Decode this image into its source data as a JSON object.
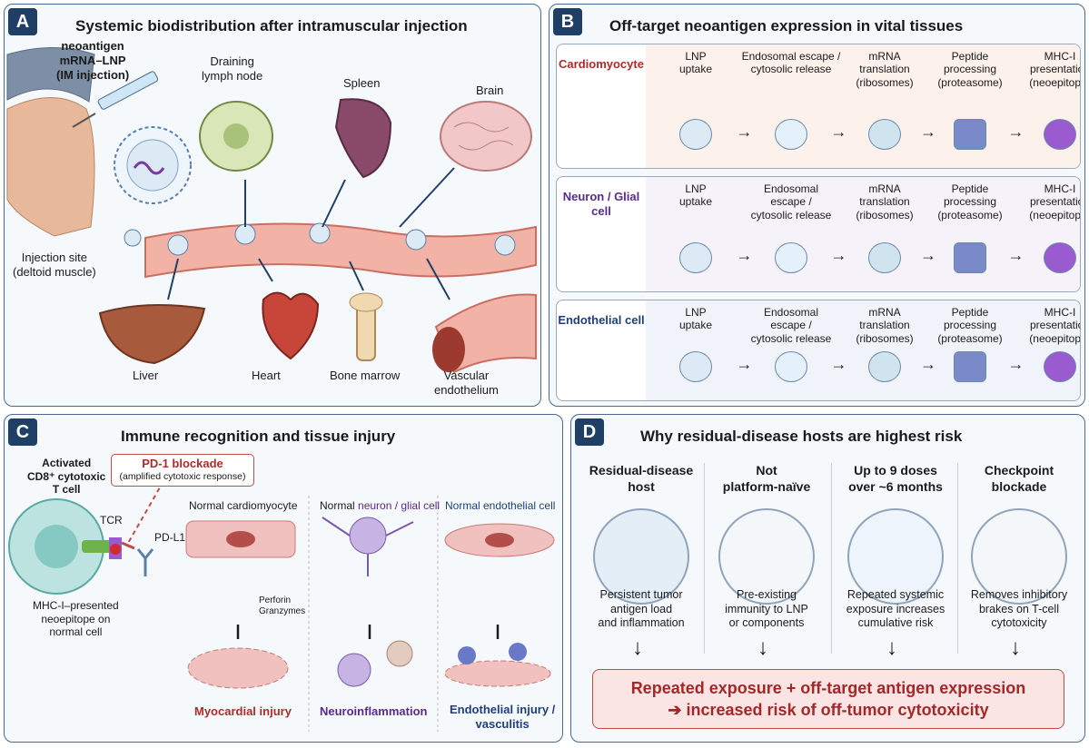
{
  "panel_a": {
    "label": "A",
    "title": "Systemic biodistribution after intramuscular injection",
    "injection": [
      "neoantigen",
      "mRNA–LNP",
      "(IM injection)"
    ],
    "injection_site": [
      "Injection site",
      "(deltoid muscle)"
    ],
    "organs": {
      "lymph": [
        "Draining",
        "lymph node"
      ],
      "spleen": "Spleen",
      "brain": "Brain",
      "liver": "Liver",
      "heart": "Heart",
      "bone_marrow": "Bone marrow",
      "vascular": [
        "Vascular",
        "endothelium"
      ]
    }
  },
  "panel_b": {
    "label": "B",
    "title": "Off-target neoantigen expression in vital tissues",
    "rows": [
      {
        "name": "Cardiomyocyte",
        "color": "#b02a2a"
      },
      {
        "name": "Neuron / Glial cell",
        "color": "#5a2a8a"
      },
      {
        "name": "Endothelial cell",
        "color": "#1f3f7a"
      }
    ],
    "steps": [
      {
        "l1": "LNP",
        "l2": "uptake",
        "l3": ""
      },
      {
        "l1": "Endosomal",
        "l2": "escape /",
        "l3": "cytosolic release"
      },
      {
        "l1": "mRNA",
        "l2": "translation",
        "l3": "(ribosomes)"
      },
      {
        "l1": "Peptide",
        "l2": "processing",
        "l3": "(proteasome)"
      },
      {
        "l1": "MHC-I",
        "l2": "presentation",
        "l3": "(neoepitope)"
      }
    ],
    "row1_steps": [
      {
        "l1": "LNP",
        "l2": "uptake",
        "l3": ""
      },
      {
        "l1": "Endosomal escape /",
        "l2": "cytosolic release",
        "l3": ""
      },
      {
        "l1": "mRNA",
        "l2": "translation",
        "l3": "(ribosomes)"
      },
      {
        "l1": "Peptide",
        "l2": "processing",
        "l3": "(proteasome)"
      },
      {
        "l1": "MHC-I",
        "l2": "presentation",
        "l3": "(neoepitope)"
      }
    ]
  },
  "panel_c": {
    "label": "C",
    "title": "Immune recognition and tissue injury",
    "tcell": [
      "Activated",
      "CD8⁺ cytotoxic",
      "T cell"
    ],
    "pd1": {
      "title": "PD-1 blockade",
      "sub": "(amplified cytotoxic response)"
    },
    "tcr": "TCR",
    "pdl1": "PD-L1",
    "mhc_note": [
      "MHC-I–presented",
      "neoepitope on",
      "normal cell"
    ],
    "perforin": [
      "Perforin",
      "Granzymes"
    ],
    "tissues": [
      {
        "top": "Normal cardiomyocyte",
        "bottom": [
          "Myocardial injury",
          ""
        ],
        "color": "#b02a2a"
      },
      {
        "top_a": "Normal ",
        "top_b": "neuron / glial cell",
        "bottom": [
          "Neuroinflammation",
          ""
        ],
        "color": "#5a2a8a"
      },
      {
        "top": "Normal endothelial cell",
        "bottom": [
          "Endothelial injury /",
          "vasculitis"
        ],
        "color": "#1f3f7a"
      }
    ]
  },
  "panel_d": {
    "label": "D",
    "title": "Why residual-disease hosts are highest risk",
    "columns": [
      {
        "head": [
          "Residual-disease",
          "host"
        ],
        "desc": [
          "Persistent tumor",
          "antigen load",
          "and inflammation"
        ],
        "icon": "tumor-icon"
      },
      {
        "head": [
          "Not",
          "platform-naïve"
        ],
        "desc": [
          "Pre-existing",
          "immunity to LNP",
          "or components"
        ],
        "icon": "antibody-lnp-icon"
      },
      {
        "head": [
          "Up to 9 doses",
          "over ~6 months"
        ],
        "desc": [
          "Repeated systemic",
          "exposure increases",
          "cumulative risk"
        ],
        "icon": "calendar-syringe-icon"
      },
      {
        "head": [
          "Checkpoint",
          "blockade"
        ],
        "desc": [
          "Removes inhibitory",
          "brakes on T-cell",
          "cytotoxicity"
        ],
        "icon": "antibody-icon"
      }
    ],
    "callout": [
      "Repeated exposure + off-target antigen expression",
      "➔ increased risk of off-tumor cytotoxicity"
    ]
  },
  "colors": {
    "navy": "#1f3f66",
    "red": "#b02a2a",
    "purple": "#5a2a8a",
    "blue": "#1f3f7a"
  }
}
